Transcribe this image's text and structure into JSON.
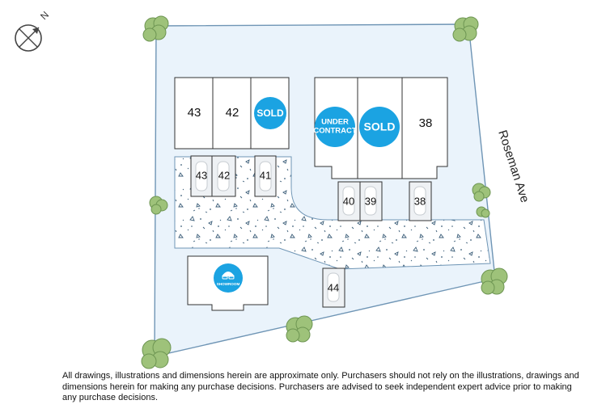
{
  "compass": {
    "label": "N",
    "icon": "compass-icon"
  },
  "street": {
    "name": "Roseman Ave"
  },
  "colors": {
    "site": "#eaf3fb",
    "outline": "#6f95b5",
    "badge": "#1ba3e2",
    "tree": "#9ec27a"
  },
  "units": {
    "u43": "43",
    "u42": "42",
    "u41_badge": "SOLD",
    "u40_badge_line1": "UNDER",
    "u40_badge_line2": "CONTRACT",
    "u39_badge": "SOLD",
    "u38": "38"
  },
  "parking": {
    "p43": "43",
    "p42": "42",
    "p41": "41",
    "p40": "40",
    "p39": "39",
    "p38": "38",
    "p44": "44"
  },
  "showroom": {
    "badge_label": "SHOWROOM",
    "icon": "showroom-icon"
  },
  "disclaimer": "All drawings, illustrations and dimensions herein are approximate only. Purchasers should not rely on the illustrations, drawings and dimensions herein for making any purchase decisions. Purchasers are advised to seek independent expert advice prior to making any purchase decisions."
}
